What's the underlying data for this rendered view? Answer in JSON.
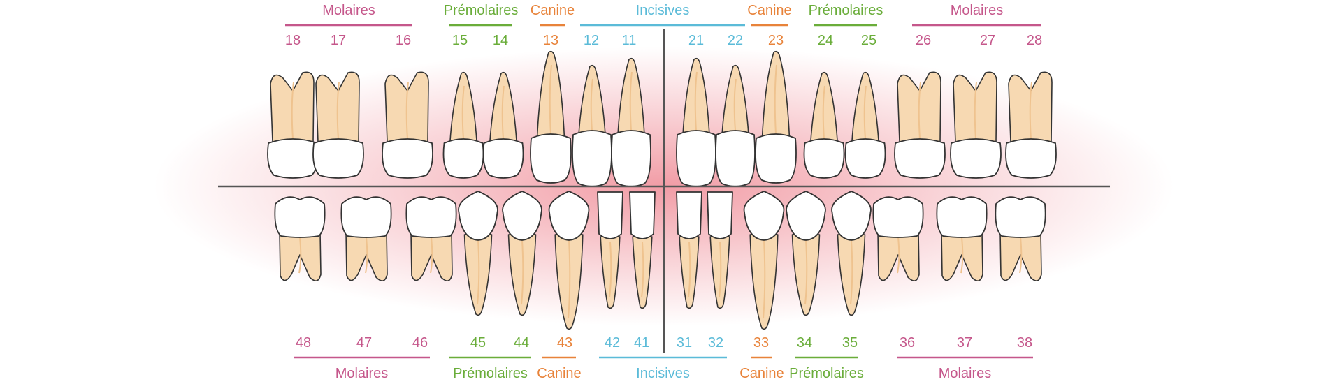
{
  "colors": {
    "molaires": "#c5578b",
    "premolaires": "#6aad3a",
    "canine": "#e8833a",
    "incisives": "#5bbbd8",
    "axis": "#555555",
    "root": "#f7d9b2",
    "root_shade": "#efc38f",
    "crown": "#ffffff",
    "outline": "#333333",
    "glow": "#ef8b96"
  },
  "upper": {
    "groups": [
      {
        "key": "molaires",
        "label": "Molaires"
      },
      {
        "key": "premolaires",
        "label": "Prémolaires"
      },
      {
        "key": "canine",
        "label": "Canine"
      },
      {
        "key": "incisives",
        "label": "Incisives"
      },
      {
        "key": "canine",
        "label": "Canine"
      },
      {
        "key": "premolaires",
        "label": "Prémolaires"
      },
      {
        "key": "molaires",
        "label": "Molaires"
      }
    ],
    "numbers": [
      {
        "n": "18",
        "key": "molaires"
      },
      {
        "n": "17",
        "key": "molaires"
      },
      {
        "n": "16",
        "key": "molaires"
      },
      {
        "n": "15",
        "key": "premolaires"
      },
      {
        "n": "14",
        "key": "premolaires"
      },
      {
        "n": "13",
        "key": "canine"
      },
      {
        "n": "12",
        "key": "incisives"
      },
      {
        "n": "11",
        "key": "incisives"
      },
      {
        "n": "21",
        "key": "incisives"
      },
      {
        "n": "22",
        "key": "incisives"
      },
      {
        "n": "23",
        "key": "canine"
      },
      {
        "n": "24",
        "key": "premolaires"
      },
      {
        "n": "25",
        "key": "premolaires"
      },
      {
        "n": "26",
        "key": "molaires"
      },
      {
        "n": "27",
        "key": "molaires"
      },
      {
        "n": "28",
        "key": "molaires"
      }
    ]
  },
  "lower": {
    "groups": [
      {
        "key": "molaires",
        "label": "Molaires"
      },
      {
        "key": "premolaires",
        "label": "Prémolaires"
      },
      {
        "key": "canine",
        "label": "Canine"
      },
      {
        "key": "incisives",
        "label": "Incisives"
      },
      {
        "key": "canine",
        "label": "Canine"
      },
      {
        "key": "premolaires",
        "label": "Prémolaires"
      },
      {
        "key": "molaires",
        "label": "Molaires"
      }
    ],
    "numbers": [
      {
        "n": "48",
        "key": "molaires"
      },
      {
        "n": "47",
        "key": "molaires"
      },
      {
        "n": "46",
        "key": "molaires"
      },
      {
        "n": "45",
        "key": "premolaires"
      },
      {
        "n": "44",
        "key": "premolaires"
      },
      {
        "n": "43",
        "key": "canine"
      },
      {
        "n": "42",
        "key": "incisives"
      },
      {
        "n": "41",
        "key": "incisives"
      },
      {
        "n": "31",
        "key": "incisives"
      },
      {
        "n": "32",
        "key": "incisives"
      },
      {
        "n": "33",
        "key": "canine"
      },
      {
        "n": "34",
        "key": "premolaires"
      },
      {
        "n": "35",
        "key": "premolaires"
      },
      {
        "n": "36",
        "key": "molaires"
      },
      {
        "n": "37",
        "key": "molaires"
      },
      {
        "n": "38",
        "key": "molaires"
      }
    ]
  }
}
